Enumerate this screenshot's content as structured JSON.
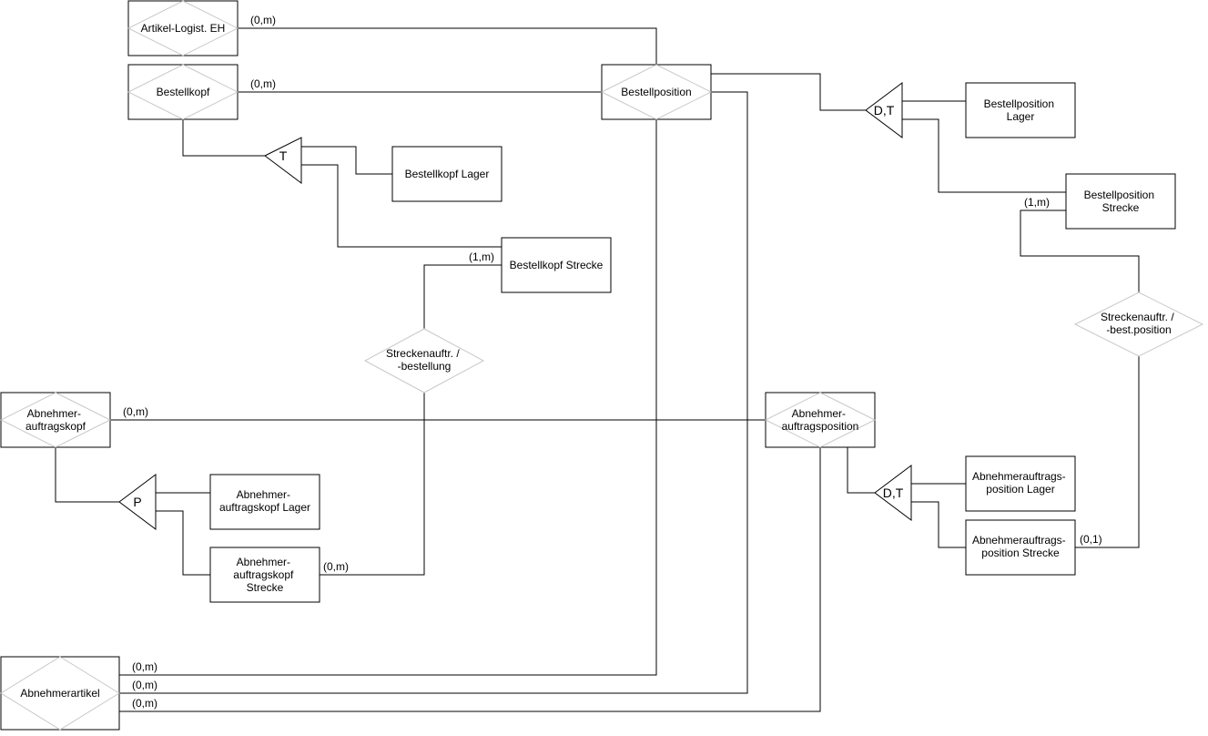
{
  "entities": {
    "artikel_logist": [
      "Artikel-Logist. EH"
    ],
    "bestellkopf": [
      "Bestellkopf"
    ],
    "bestellposition": [
      "Bestellposition"
    ],
    "bestellkopf_lager": [
      "Bestellkopf Lager"
    ],
    "bestellkopf_strecke": [
      "Bestellkopf Strecke"
    ],
    "bestellposition_lager": [
      "Bestellposition",
      "Lager"
    ],
    "bestellposition_strecke": [
      "Bestellposition",
      "Strecke"
    ],
    "abnehmer_auftragskopf": [
      "Abnehmer-",
      "auftragskopf"
    ],
    "abnehmer_auftragsposition": [
      "Abnehmer-",
      "auftragsposition"
    ],
    "abnehmer_auftragskopf_lager": [
      "Abnehmer-",
      "auftragskopf Lager"
    ],
    "abnehmer_auftragskopf_strecke": [
      "Abnehmer-",
      "auftragskopf",
      "Strecke"
    ],
    "abnehmerauftragsposition_lager": [
      "Abnehmerauftrags-",
      "position Lager"
    ],
    "abnehmerauftragsposition_strecke": [
      "Abnehmerauftrags-",
      "position Strecke"
    ],
    "abnehmerartikel": [
      "Abnehmerartikel"
    ]
  },
  "relationships": {
    "streckenauftr_bestellung": [
      "Streckenauftr. /",
      "-bestellung"
    ],
    "streckenauftr_bestposition": [
      "Streckenauftr. /",
      "-best.position"
    ]
  },
  "specializations": {
    "bestellkopf_tri": "T",
    "bestellposition_tri": "D,T",
    "abnehmer_kopf_tri": "P",
    "abnehmer_position_tri": "D,T"
  },
  "cardinalities": {
    "artikel_logist": "(0,m)",
    "bestellkopf": "(0,m)",
    "bestellkopf_strecke": "(1,m)",
    "bestellposition_strecke": "(1,m)",
    "abnehmer_auftragskopf": "(0,m)",
    "abnehmer_auftragskopf_strecke": "(0,m)",
    "abnehmerauftragsposition_strecke": "(0,1)",
    "abnehmerartikel_1": "(0,m)",
    "abnehmerartikel_2": "(0,m)",
    "abnehmerartikel_3": "(0,m)"
  }
}
